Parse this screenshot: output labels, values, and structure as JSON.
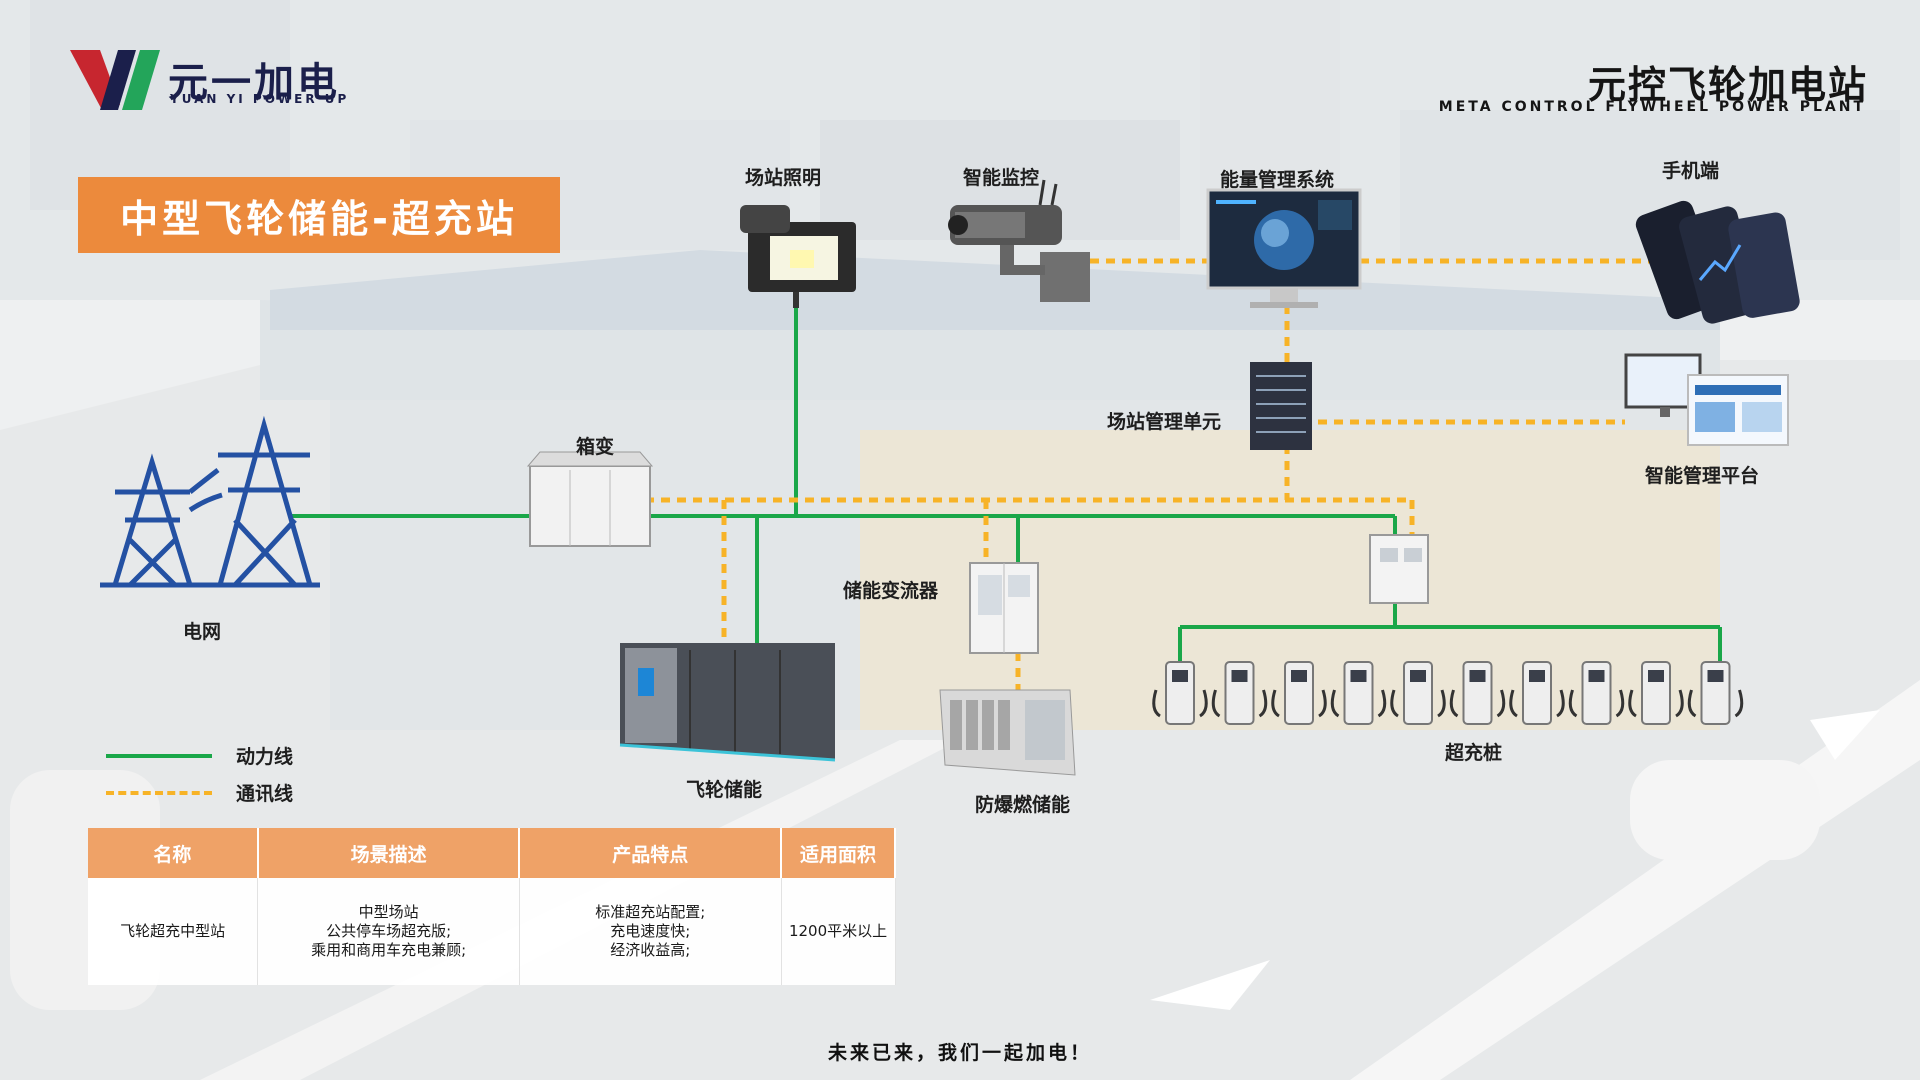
{
  "brand": {
    "name": "元一加电",
    "subtitle": "YUAN YI POWER UP"
  },
  "header": {
    "title": "元控飞轮加电站",
    "subtitle": "META CONTROL FLYWHEEL POWER PLANT"
  },
  "banner": {
    "text": "中型飞轮储能-超充站"
  },
  "components": {
    "grid": "电网",
    "transformer": "箱变",
    "lighting": "场站照明",
    "surveillance": "智能监控",
    "ems": "能量管理系统",
    "mobile": "手机端",
    "station_unit": "场站管理单元",
    "platform": "智能管理平台",
    "pcs": "储能变流器",
    "flywheel": "飞轮储能",
    "explosion_proof": "防爆燃储能",
    "chargers": "超充桩"
  },
  "legend": {
    "power_line": "动力线",
    "comm_line": "通讯线"
  },
  "colors": {
    "power_line": "#1aa749",
    "comm_line": "#f7b327",
    "banner": "#ec8a3c",
    "table_header": "#efa267",
    "brand": "#1b1f4b"
  },
  "table": {
    "headers": [
      "名称",
      "场景描述",
      "产品特点",
      "适用面积"
    ],
    "row": {
      "name": "飞轮超充中型站",
      "scene": [
        "中型场站",
        "公共停车场超充版;",
        "乘用和商用车充电兼顾;"
      ],
      "features": [
        "标准超充站配置;",
        "充电速度快;",
        "经济收益高;"
      ],
      "area": "1200平米以上"
    }
  },
  "footer": {
    "slogan": "未来已来，我们一起加电！"
  }
}
